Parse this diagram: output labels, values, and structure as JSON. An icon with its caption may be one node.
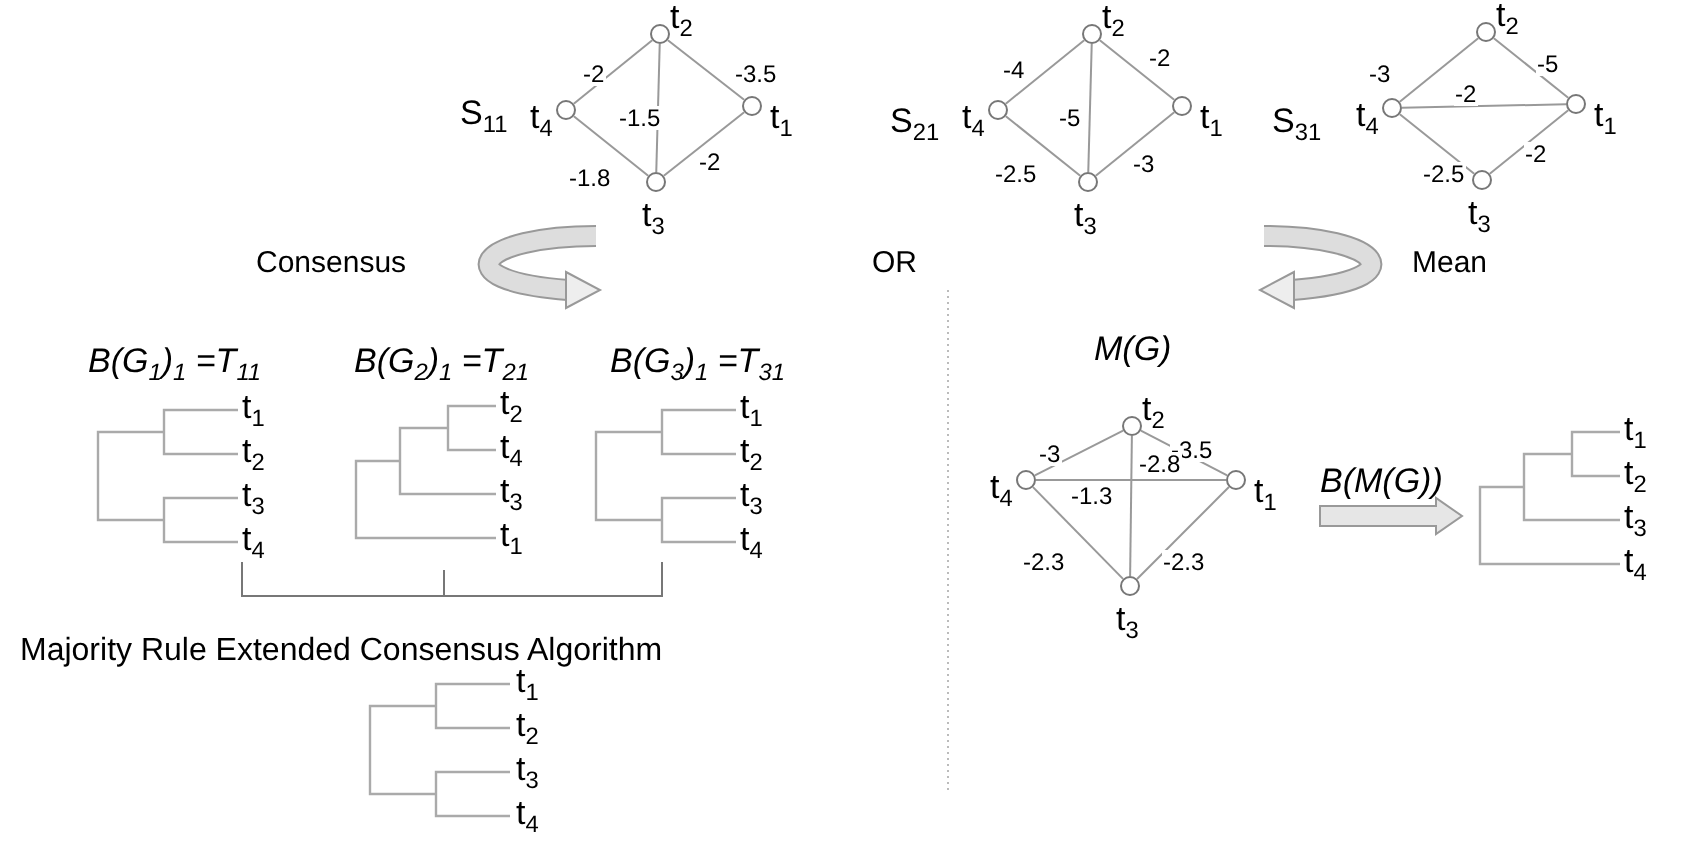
{
  "diagram": {
    "nodes": [
      {
        "text": [
          "t$_{2}$"
        ]
      },
      {
        "text": [
          "t$_{4}$"
        ]
      },
      {
        "text": [
          "t$_{1}$"
        ]
      },
      {
        "text": [
          "t$_{3}$"
        ]
      },
      {
        "text": [
          "t$_{2}$"
        ]
      },
      {
        "text": [
          "t$_{4}$"
        ]
      },
      {
        "text": [
          "t$_{1}$"
        ]
      },
      {
        "text": [
          "t$_{3}$"
        ]
      },
      {
        "text": [
          "t$_{2}$"
        ]
      },
      {
        "text": [
          "t$_{4}$"
        ]
      },
      {
        "text": [
          "t$_{1}$"
        ]
      },
      {
        "text": [
          "t$_{3}$"
        ]
      },
      {
        "text": [
          "t$_{2}$"
        ]
      },
      {
        "text": [
          "t$_{4}$"
        ]
      },
      {
        "text": [
          "t$_{1}$"
        ]
      },
      {
        "text": [
          "t$_{3}$"
        ]
      }
    ],
    "edges": [
      {
        "from": 1,
        "to": 0,
        "arrow": "none",
        "label": "-2"
      },
      {
        "from": 0,
        "to": 2,
        "arrow": "none",
        "label": "-3.5"
      },
      {
        "from": 0,
        "to": 3,
        "arrow": "none",
        "label": "-1.5"
      },
      {
        "from": 1,
        "to": 3,
        "arrow": "none",
        "label": "-1.8"
      },
      {
        "from": 3,
        "to": 2,
        "arrow": "none",
        "label": "-2"
      },
      {
        "from": 5,
        "to": 4,
        "arrow": "none",
        "label": "-4"
      },
      {
        "from": 4,
        "to": 6,
        "arrow": "none",
        "label": "-2"
      },
      {
        "from": 4,
        "to": 7,
        "arrow": "none",
        "label": "-5"
      },
      {
        "from": 5,
        "to": 7,
        "arrow": "none",
        "label": "-2.5"
      },
      {
        "from": 7,
        "to": 6,
        "arrow": "none",
        "label": "-3"
      },
      {
        "from": 9,
        "to": 8,
        "arrow": "none",
        "label": "-3"
      },
      {
        "from": 8,
        "to": 10,
        "arrow": "none",
        "label": "-5"
      },
      {
        "from": 9,
        "to": 10,
        "arrow": "none",
        "label": "-2"
      },
      {
        "from": 9,
        "to": 11,
        "arrow": "none",
        "label": "-2.5"
      },
      {
        "from": 11,
        "to": 10,
        "arrow": "none",
        "label": "-2"
      },
      {
        "from": 13,
        "to": 12,
        "arrow": "none",
        "label": "-3"
      },
      {
        "from": 12,
        "to": 14,
        "arrow": "none",
        "label": "-3.5"
      },
      {
        "from": 12,
        "to": 15,
        "arrow": "none",
        "label": "-2.8"
      },
      {
        "from": 13,
        "to": 14,
        "arrow": "none",
        "label": "-1.3"
      },
      {
        "from": 13,
        "to": 15,
        "arrow": "none",
        "label": "-2.3"
      },
      {
        "from": 15,
        "to": 14,
        "arrow": "none",
        "label": "-2.3"
      }
    ],
    "labels": [
      "S$_{11}$",
      "S$_{21}$",
      "S$_{31}$",
      "Consensus",
      "OR",
      "Mean",
      "B(G$_{1}$)$_{1}$ =T$_{11}$",
      "B(G$_{2}$)$_{1}$ =T$_{21}$",
      "B(G$_{3}$)$_{1}$ =T$_{31}$",
      "M(G)",
      "t$_{1}$",
      "t$_{2}$",
      "t$_{3}$",
      "t$_{4}$",
      "t$_{2}$",
      "t$_{4}$",
      "t$_{3}$",
      "t$_{1}$",
      "t$_{1}$",
      "t$_{2}$",
      "t$_{3}$",
      "t$_{4}$",
      "B(M(G))",
      "t$_{1}$",
      "t$_{2}$",
      "t$_{3}$",
      "t$_{4}$",
      "Majority Rule Extended Consensus Algorithm",
      "t$_{1}$",
      "t$_{2}$",
      "t$_{3}$",
      "t$_{4}$"
    ]
  }
}
